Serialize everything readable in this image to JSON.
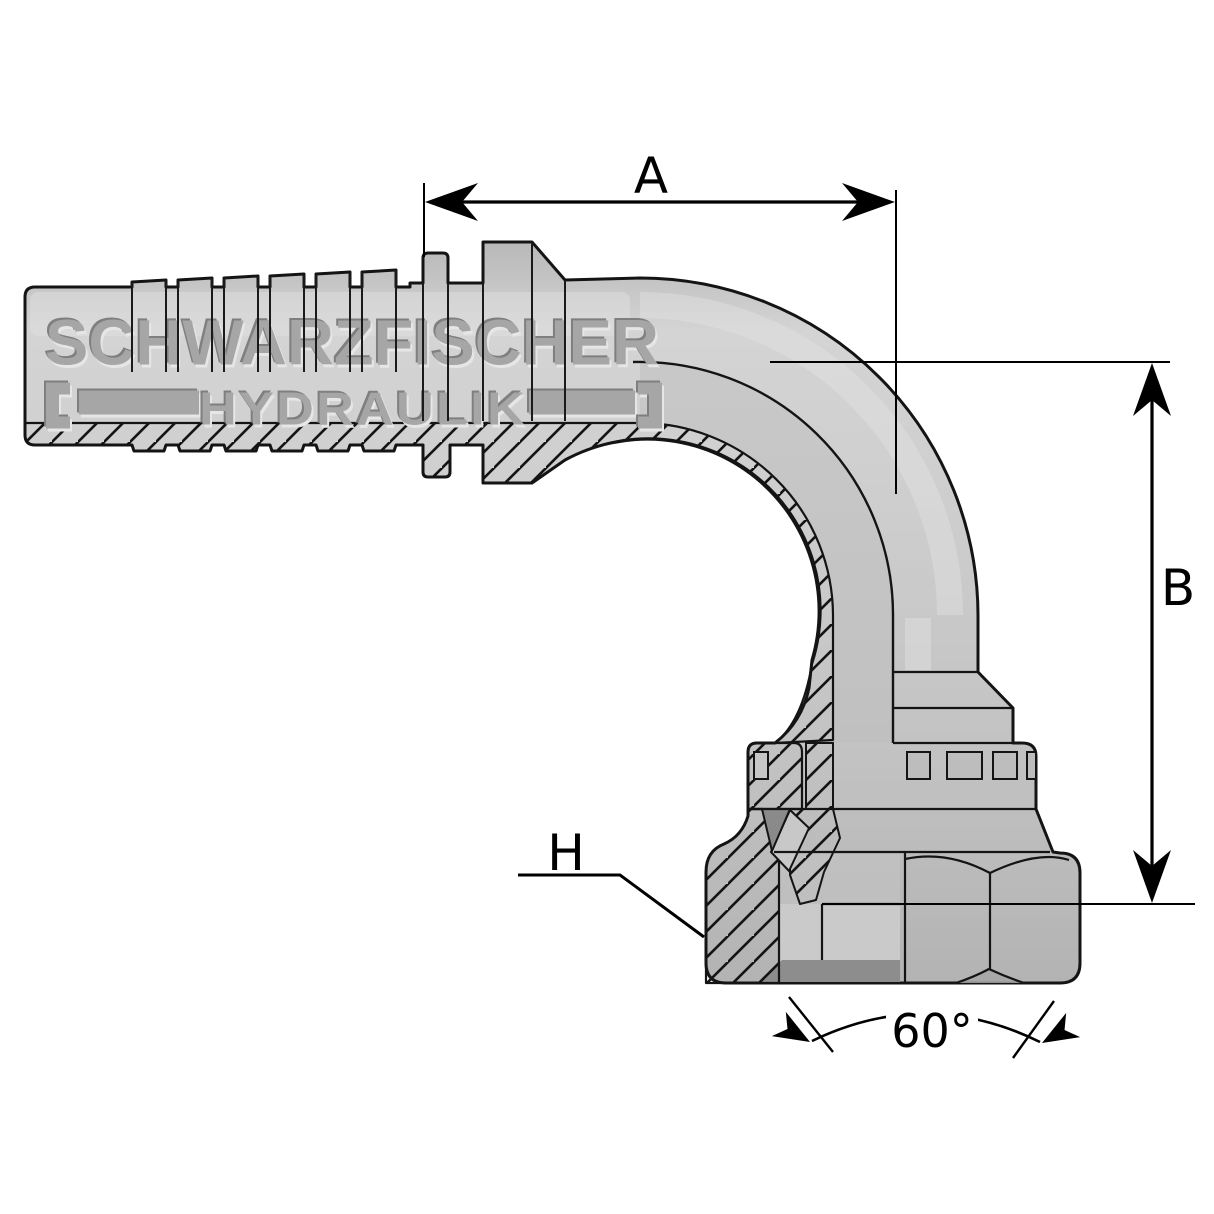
{
  "watermark": {
    "line1": "SCHWARZFISCHER",
    "line2": "HYDRAULIK"
  },
  "dimensions": {
    "a_label": "A",
    "b_label": "B",
    "h_label": "H",
    "angle_label": "60°"
  },
  "colors": {
    "background": "#ffffff",
    "body_gray": "#c9c9c9",
    "outline": "#141414",
    "hatch_line": "#141414",
    "inner_shadow": "#8d8d8d",
    "highlight": "#e2e2e2",
    "emboss_dark": "#7f7f7f",
    "emboss_mid": "#a6a6a6",
    "emboss_light": "#e6e6e6",
    "dimension_line": "#000000"
  }
}
